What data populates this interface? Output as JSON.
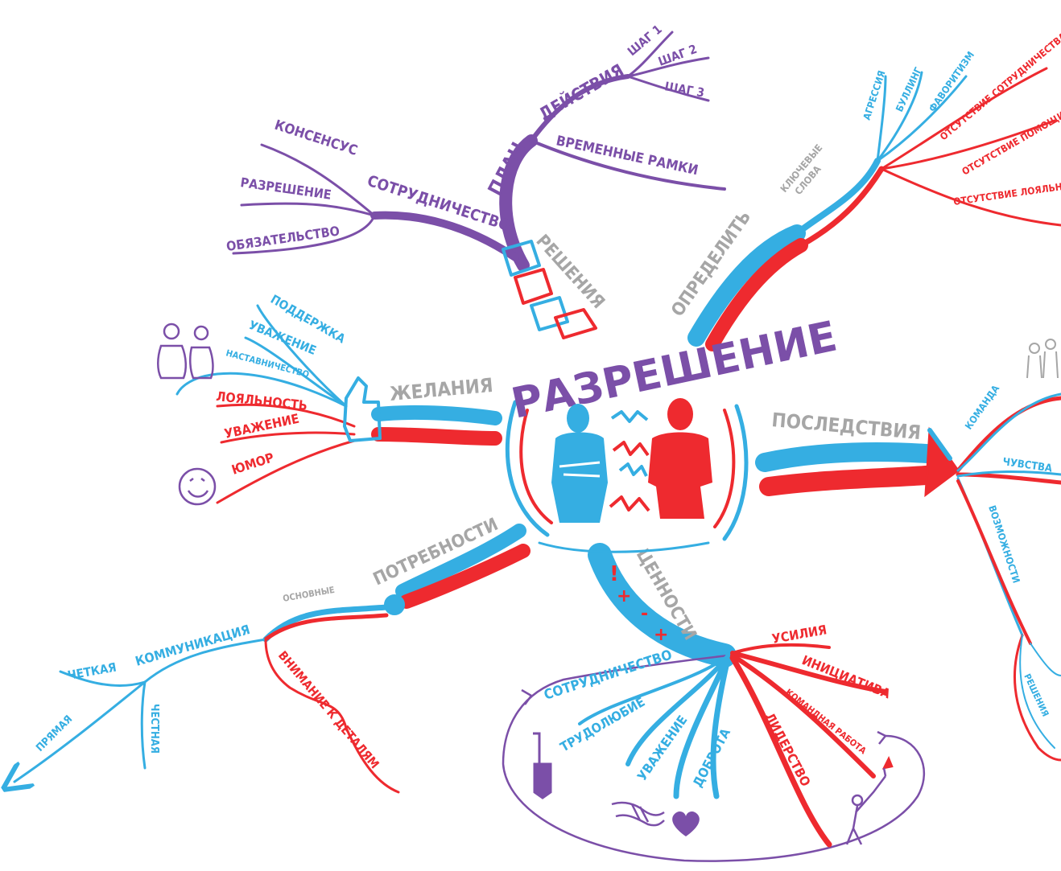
{
  "colors": {
    "purple": "#7b4fa8",
    "blue": "#35aee2",
    "red": "#ee2a2f",
    "gray": "#a6a6a6"
  },
  "center": {
    "title": "РАЗРЕШЕНИЕ"
  },
  "branches": {
    "plan": {
      "label": "ПЛАН",
      "actions": {
        "label": "ДЕЙСТВИЯ",
        "steps": [
          "ШАГ 1",
          "ШАГ 2",
          "ШАГ 3"
        ]
      },
      "timeframe": "ВРЕМЕННЫЕ РАМКИ",
      "cooperation": {
        "label": "СОТРУДНИЧЕСТВО",
        "items": [
          "КОНСЕНСУС",
          "РАЗРЕШЕНИЕ",
          "ОБЯЗАТЕЛЬСТВО"
        ]
      }
    },
    "decisions": {
      "label": "РЕШЕНИЯ"
    },
    "define": {
      "label": "ОПРЕДЕЛИТЬ",
      "keywords": {
        "line1": "КЛЮЧЕВЫЕ",
        "line2": "СЛОВА"
      },
      "items_blue": [
        "АГРЕССИЯ",
        "БУЛЛИНГ",
        "ФАВОРИТИЗМ"
      ],
      "items_red": [
        "ОТСУТСТВИЕ СОТРУДНИЧЕСТВА",
        "ОТСУТСТВИЕ ПОМОЩИ",
        "ОТСУТСТВИЕ ЛОЯЛЬНОСТИ"
      ]
    },
    "wishes": {
      "label": "ЖЕЛАНИЯ",
      "items_blue": [
        "ПОДДЕРЖКА",
        "УВАЖЕНИЕ",
        "НАСТАВНИЧЕСТВО"
      ],
      "items_red": [
        "ЛОЯЛЬНОСТЬ",
        "УВАЖЕНИЕ",
        "ЮМОР"
      ]
    },
    "consequences": {
      "label": "ПОСЛЕДСТВИЯ",
      "items": [
        "КОМАНДА",
        "ЧУВСТВА",
        "ВОЗМОЖНОСТИ",
        "РЕШЕНИЯ"
      ]
    },
    "needs": {
      "label": "ПОТРЕБНОСТИ",
      "basic": "ОСНОВНЫЕ",
      "communication": "КОММУНИКАЦИЯ",
      "clear": "ЧЕТКАЯ",
      "direct": "ПРЯМАЯ",
      "honest": "ЧЕСТНАЯ",
      "attention": "ВНИМАНИЕ К ДЕТАЛЯМ"
    },
    "values": {
      "label": "ЦЕННОСТИ",
      "items_blue": [
        "СОТРУДНИЧЕСТВО",
        "ТРУДОЛЮБИЕ",
        "УВАЖЕНИЕ",
        "ДОБРОТА"
      ],
      "items_red": [
        "УСИЛИЯ",
        "ИНИЦИАТИВА",
        "КОМАНДНАЯ РАБОТА",
        "ЛИДЕРСТВО"
      ]
    }
  },
  "icons": [
    "two-people-icon",
    "smiley-icon",
    "thumbs-up-icon",
    "puzzle-icon",
    "shovel-icon",
    "handshake-icon",
    "heart-icon",
    "torch-person-icon",
    "team-icon",
    "arrow-icon"
  ]
}
